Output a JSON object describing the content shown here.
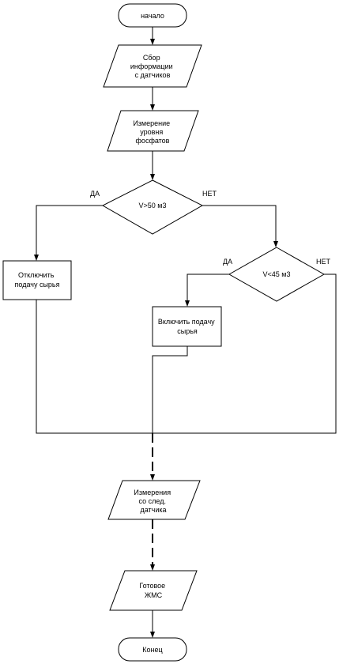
{
  "flowchart": {
    "start": "начало",
    "step_collect": [
      "Сбор",
      "информации",
      "с датчиков"
    ],
    "step_measure": [
      "Измерение",
      "уровня",
      "фосфатов"
    ],
    "decision_1": "V>50 м3",
    "decision_1_yes": "ДА",
    "decision_1_no": "НЕТ",
    "action_off": [
      "Отключить",
      "подачу сырья"
    ],
    "decision_2": "V<45  м3",
    "decision_2_yes": "ДА",
    "decision_2_no": "НЕТ",
    "action_on": [
      "Включить подачу",
      "сырья"
    ],
    "step_next_sensor": [
      "Измерения",
      "со след.",
      "датчика"
    ],
    "step_ready": [
      "Готовое",
      "ЖМС"
    ],
    "end": "Конец"
  },
  "colors": {
    "stroke": "#000000",
    "fill": "#ffffff",
    "background": "#ffffff"
  }
}
